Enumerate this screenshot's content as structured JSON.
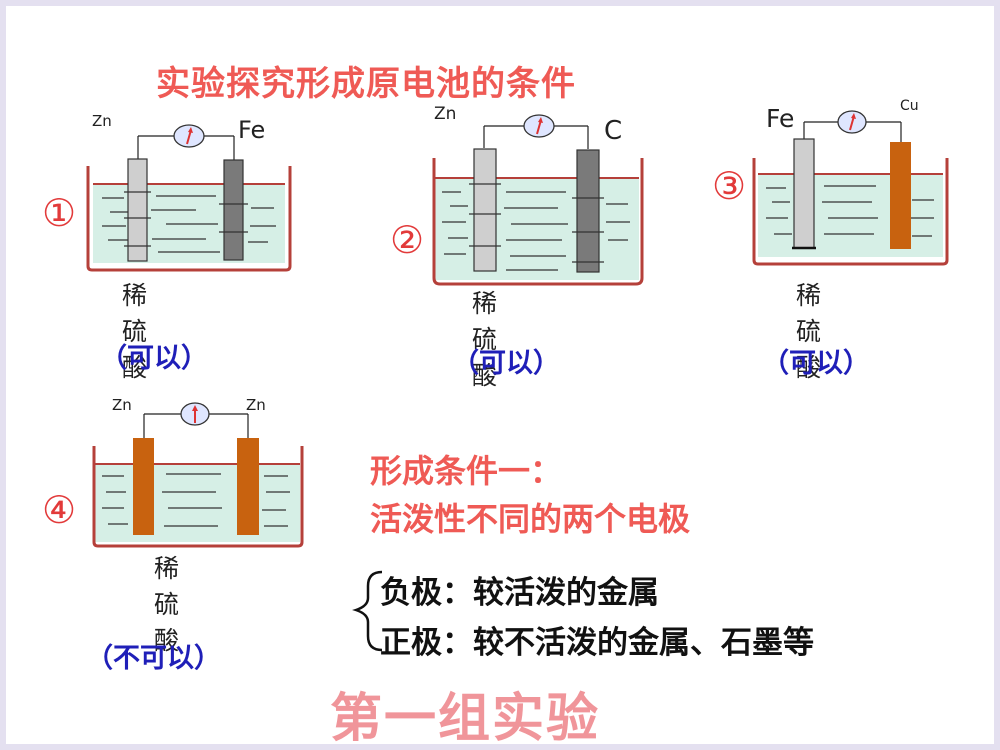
{
  "title": "实验探究形成原电池的条件",
  "experiments": [
    {
      "number": "①",
      "left_electrode": "Zn",
      "right_electrode": "Fe",
      "solution": "稀硫酸",
      "result": "（可以）"
    },
    {
      "number": "②",
      "left_electrode": "Zn",
      "right_electrode": "C",
      "solution": "稀硫酸",
      "result": "（可以）"
    },
    {
      "number": "③",
      "left_electrode": "Fe",
      "right_electrode": "Cu",
      "solution": "稀硫酸",
      "result": "（可以）"
    },
    {
      "number": "④",
      "left_electrode": "Zn",
      "right_electrode": "Zn",
      "solution": "稀硫酸",
      "result": "（不可以）"
    }
  ],
  "condition": {
    "heading": "形成条件一：",
    "text": "活泼性不同的两个电极"
  },
  "poles": {
    "negative": "负极：较活泼的金属",
    "positive": "正极：较不活泼的金属、石墨等"
  },
  "footer": "第一组实验",
  "colors": {
    "title_red": "#ef5a55",
    "result_blue": "#1f1fb8",
    "footer_pink": "#f0959a",
    "liquid": "#d6efe6",
    "beaker_red": "#b5403a",
    "copper": "#c8620f"
  }
}
